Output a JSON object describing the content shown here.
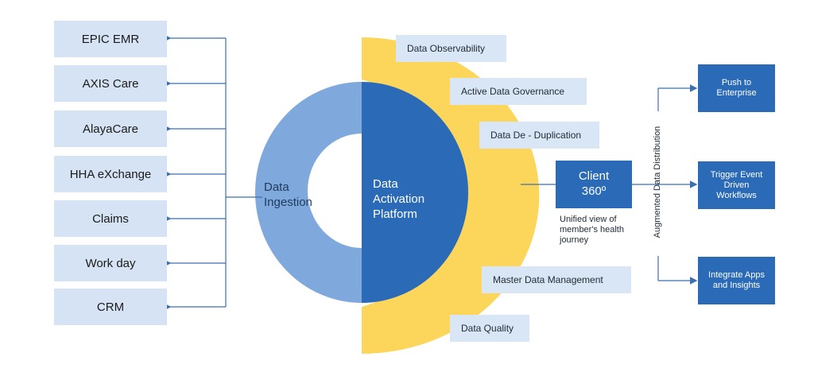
{
  "sources": [
    "EPIC EMR",
    "AXIS Care",
    "AlayaCare",
    "HHA eXchange",
    "Claims",
    "Work day",
    "CRM"
  ],
  "ingestion_label": [
    "Data",
    "Ingestion"
  ],
  "platform_label": [
    "Data",
    "Activation",
    "Platform"
  ],
  "capabilities": [
    "Data Observability",
    "Active Data Governance",
    "Data De - Duplication",
    "Master Data Management",
    "Data Quality"
  ],
  "client": {
    "title": "Client",
    "subtitle": "360º",
    "description": "Unified view of member's health journey"
  },
  "distribution_label": "Augmented Data Distribution",
  "outputs": [
    [
      "Push to",
      "Enterprise"
    ],
    [
      "Trigger Event",
      "Driven",
      "Workflows"
    ],
    [
      "Integrate Apps",
      "and Insights"
    ]
  ],
  "colors": {
    "source_box": "#d6e3f4",
    "ring_light": "#7fa9dc",
    "core_dark": "#2a6ab6",
    "arc_yellow": "#fcd65a",
    "connector": "#3b6fb0"
  }
}
